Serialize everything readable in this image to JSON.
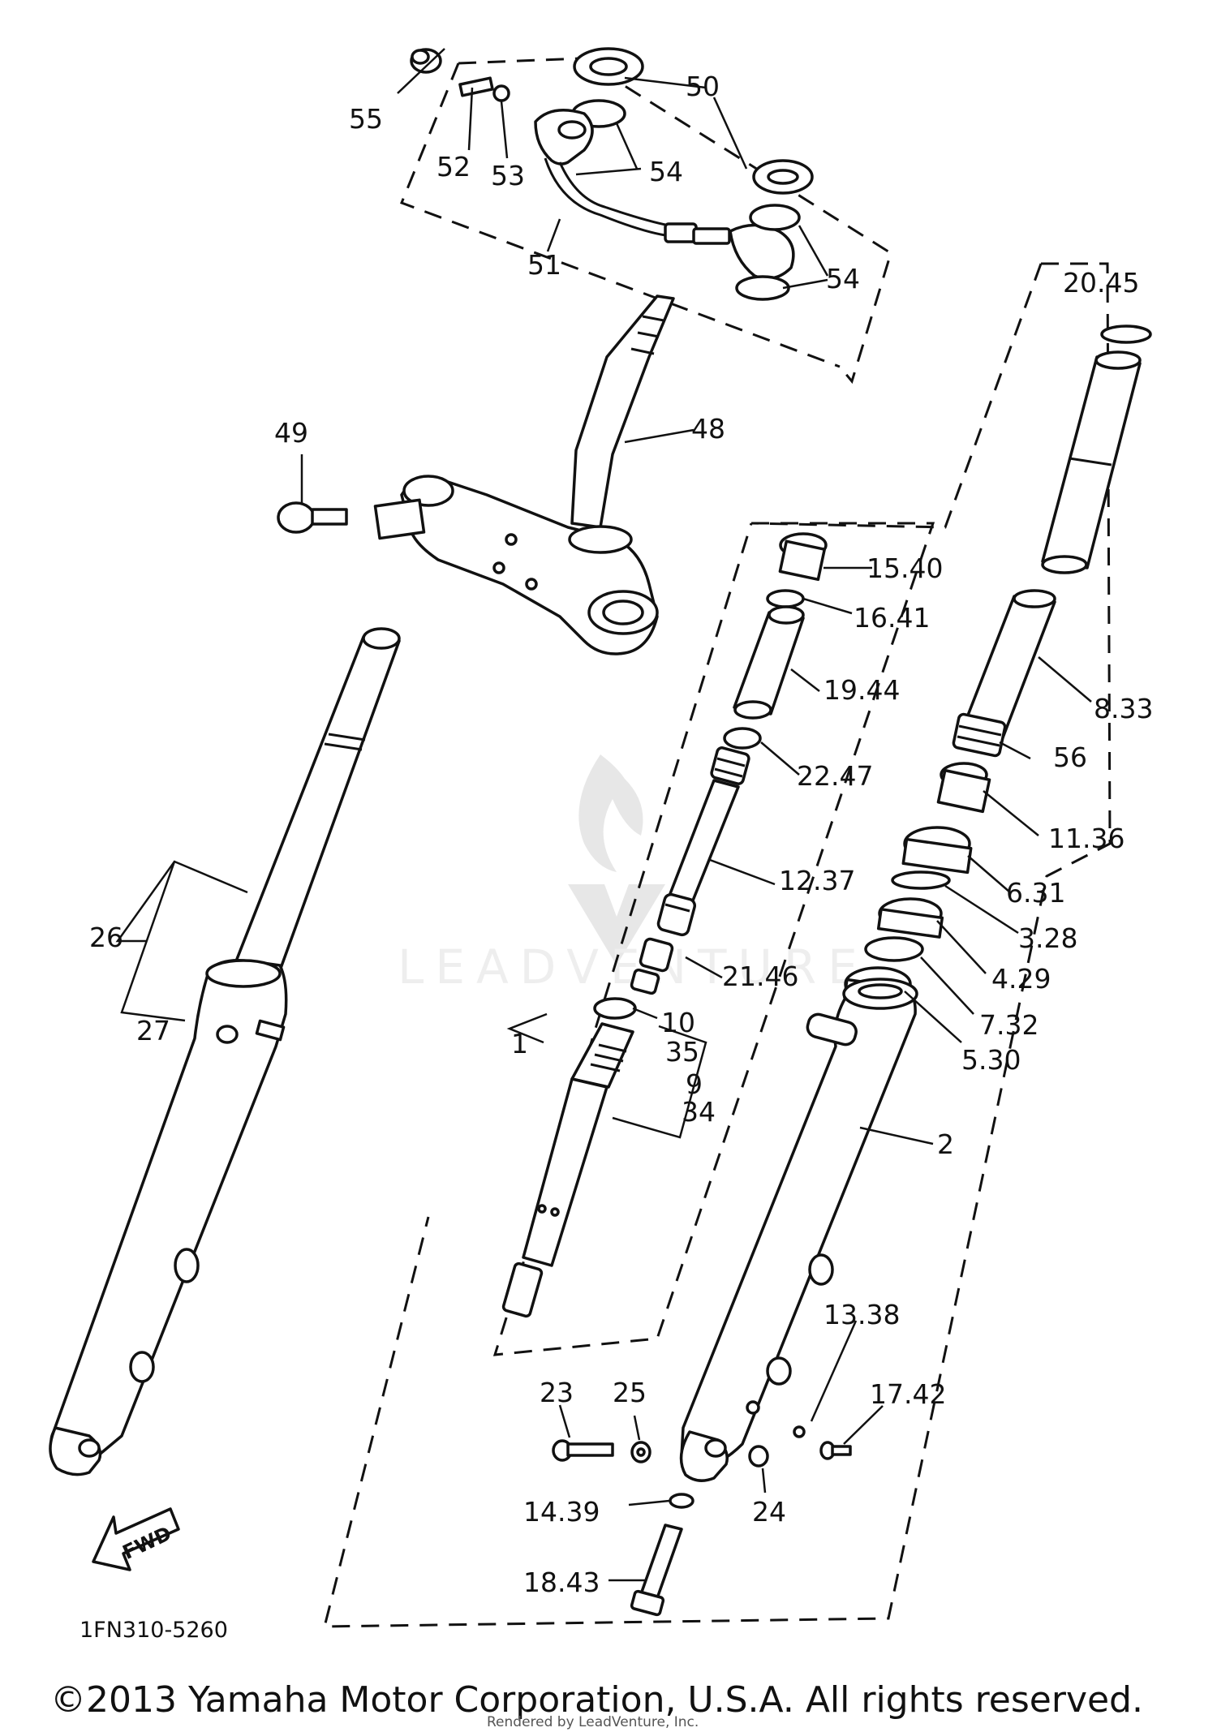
{
  "labels": {
    "p55": "55",
    "p50": "50",
    "p52": "52",
    "p53": "53",
    "p54a": "54",
    "p51": "51",
    "p54b": "54",
    "p2045": "20.45",
    "p49": "49",
    "p48": "48",
    "p1540": "15.40",
    "p1641": "16.41",
    "p1944": "19.44",
    "p833": "8.33",
    "p2247": "22.47",
    "p56": "56",
    "p1136": "11.36",
    "p1237": "12.37",
    "p631": "6.31",
    "p328": "3.28",
    "p26": "26",
    "p2146": "21.46",
    "p429": "4.29",
    "p27": "27",
    "p10": "10",
    "p35": "35",
    "p1": "1",
    "p732": "7.32",
    "p9": "9",
    "p34": "34",
    "p530": "5.30",
    "p2": "2",
    "p1338": "13.38",
    "p23": "23",
    "p25": "25",
    "p1742": "17.42",
    "p24": "24",
    "p1439": "14.39",
    "p1843": "18.43"
  },
  "fwd_arrow_text": "FWD",
  "diagram_code": "1FN310-5260",
  "watermark": "LEADVENTURE",
  "copyright": "©2013 Yamaha Motor Corporation, U.S.A. All rights reserved.",
  "rendered_by": "Rendered by LeadVenture, Inc."
}
